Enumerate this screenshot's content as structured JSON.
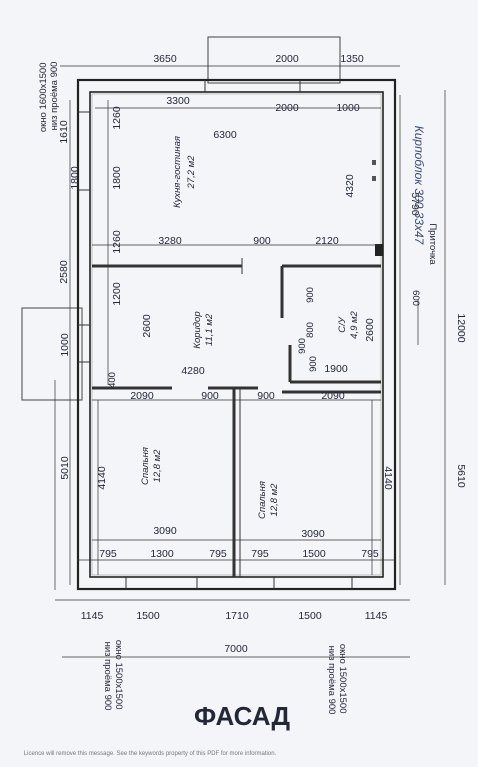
{
  "top_dims": {
    "a": "3650",
    "b": "2000",
    "c": "1350"
  },
  "row2_dims": {
    "a": "3300",
    "b": "2000",
    "c": "1000"
  },
  "left_dims": {
    "a": "1610",
    "b": "1260",
    "c": "1800",
    "d": "1800",
    "e": "2580",
    "f": "1260",
    "g": "1200",
    "h": "1000",
    "i": "400",
    "j": "5010",
    "k": "4140"
  },
  "left_note": "окно 1600х1500\nниз проёма 900",
  "kitchen": {
    "name": "Кухня-гостиная",
    "area": "27,2 м2",
    "width": "6300",
    "height": "4320"
  },
  "row3_dims": {
    "a": "3280",
    "b": "900",
    "c": "2120"
  },
  "corridor": {
    "name": "Коридор",
    "area": "11,1 м2",
    "height": "2600",
    "width": "4280"
  },
  "bathroom": {
    "name": "С/У",
    "area": "4,9 м2",
    "d1": "900",
    "d2": "800",
    "d3": "900",
    "width": "1900",
    "height": "2600",
    "left_900": "900"
  },
  "vent": "Приточка",
  "right_dims": {
    "a": "5790",
    "b": "600",
    "c": "12000",
    "d": "5610",
    "e": "4140"
  },
  "hand_note": "Кирпоблок 300 33х47",
  "row4_dims": {
    "a": "2090",
    "b": "900",
    "c": "900",
    "d": "2090"
  },
  "bedroom1": {
    "name": "Спальня",
    "area": "12,8 м2",
    "height": "4140",
    "width": "3090"
  },
  "bedroom2": {
    "name": "Спальня",
    "area": "12,8 м2",
    "height": "4140",
    "width": "3090"
  },
  "bottom_row1": {
    "a": "795",
    "b": "1300",
    "c": "795",
    "d": "795",
    "e": "1500",
    "f": "795"
  },
  "bottom_row2": {
    "a": "1145",
    "b": "1500",
    "c": "1710",
    "d": "1500",
    "e": "1145"
  },
  "total_width": "7000",
  "window_note_1": "окно 1500х1500\nниз проёма 900",
  "window_note_2": "окно 1500х1500\nниз проёма 900",
  "facade": "ФАСАД",
  "footer": "Licence will remove this message. See the keywords property of this PDF for more information."
}
